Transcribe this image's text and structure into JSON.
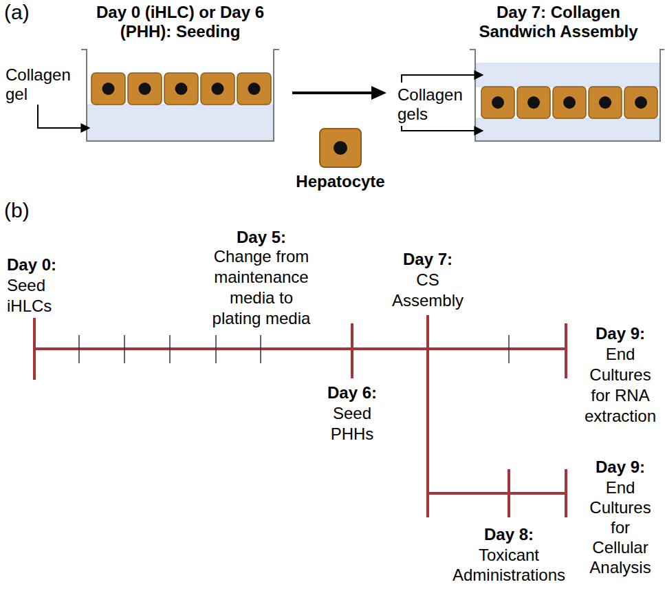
{
  "diagram": {
    "nodes": [
      {
        "text": [
          "Hepatocyte"
        ]
      }
    ],
    "labels": [
      "(a)",
      "Collagen gel",
      "Day 0 (iHLC) or Day 6 (PHH): Seeding",
      "Day 7: Collagen Sandwich Assembly",
      "Collagen gels",
      "(b)",
      "Day 5:",
      "Change from maintenance media to plating media",
      "Day 0:",
      "Seed iHLCs",
      "Day 7:",
      "CS Assembly",
      "Day 9:",
      "End Cultures for RNA extraction",
      "Day 6:",
      "Seed PHHs",
      "Day 9:",
      "End Cultures for Cellular Analysis",
      "Day 8:",
      "Toxicant Administrations"
    ]
  }
}
